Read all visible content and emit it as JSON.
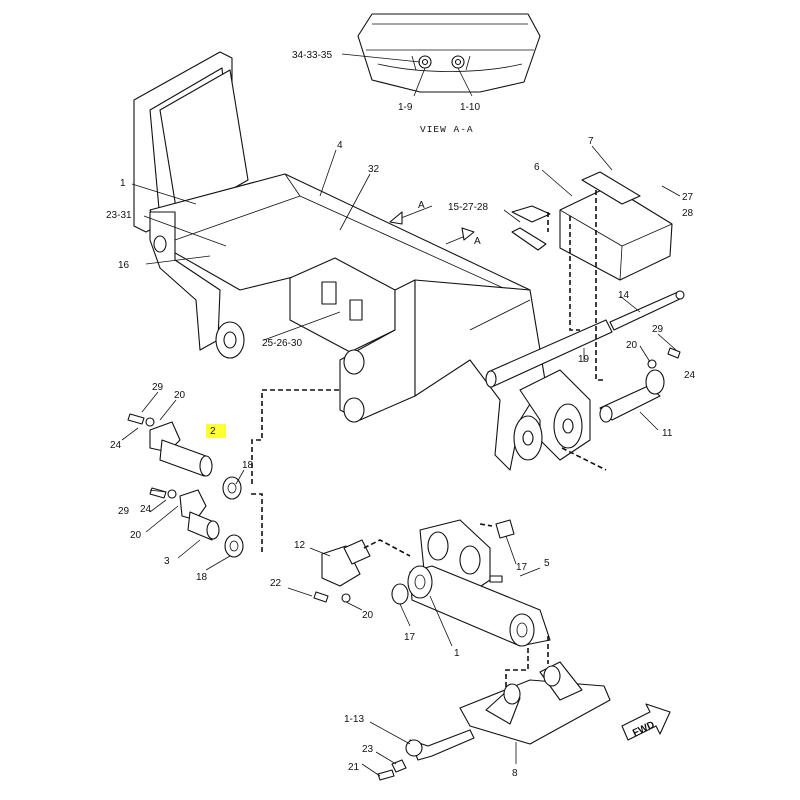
{
  "view_label": "VIEW A-A",
  "fwd_label": "FWD",
  "highlight_color": "#ffff33",
  "callouts": {
    "c34_33_35": "34-33-35",
    "c1_9": "1-9",
    "c1_10": "1-10",
    "c1": "1",
    "c4": "4",
    "c32": "32",
    "c7": "7",
    "c6": "6",
    "c27": "27",
    "c28": "28",
    "c23_31": "23-31",
    "cA1": "A",
    "cA2": "A",
    "c15_27_28": "15-27-28",
    "c16": "16",
    "c14": "14",
    "c25_26_30": "25-26-30",
    "c29a": "29",
    "c20a": "20",
    "c24a": "24",
    "c19": "19",
    "c11": "11",
    "c29b": "29",
    "c20b": "20",
    "c2": "2",
    "c24b": "24",
    "c18a": "18",
    "c29c": "29",
    "c24c": "24",
    "c20c": "20",
    "c3": "3",
    "c18b": "18",
    "c12": "12",
    "c17a": "17",
    "c5": "5",
    "c22": "22",
    "c20d": "20",
    "c17b": "17",
    "c1b": "1",
    "c1_13": "1-13",
    "c23": "23",
    "c21": "21",
    "c8": "8"
  }
}
